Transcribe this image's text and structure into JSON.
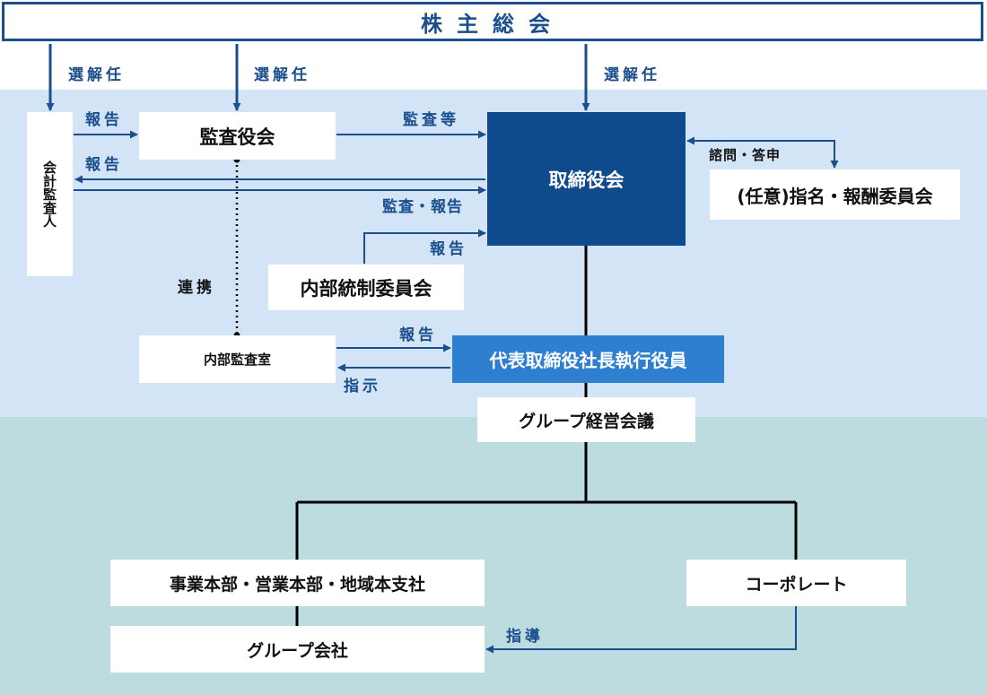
{
  "colors": {
    "navy": "#1a4e8c",
    "board_fill": "#0f4a8c",
    "ceo_fill": "#2e7fd0",
    "top_bg": "#d2e4f5",
    "bottom_bg": "#bcdcdf"
  },
  "nodes": {
    "shareholders": "株主総会",
    "accounting_auditor": "会計監査人",
    "audit_board": "監査役会",
    "board_of_directors": "取締役会",
    "nomination_committee": "(任意)指名・報酬委員会",
    "internal_control_committee": "内部統制委員会",
    "internal_audit_office": "内部監査室",
    "ceo": "代表取締役社長執行役員",
    "group_management_meeting": "グループ経営会議",
    "business_divisions": "事業本部・営業本部・地域本支社",
    "corporate": "コーポレート",
    "group_companies": "グループ会社"
  },
  "labels": {
    "appoint_1": "選解任",
    "appoint_2": "選解任",
    "appoint_3": "選解任",
    "report_to_audit": "報告",
    "report_to_auditor": "報告",
    "audit_etc": "監査等",
    "audit_report": "監査・報告",
    "consult_reply": "諮問・答申",
    "report_internal_control": "報告",
    "cooperation": "連携",
    "report_to_ceo": "報告",
    "instruction": "指示",
    "guidance": "指導"
  }
}
